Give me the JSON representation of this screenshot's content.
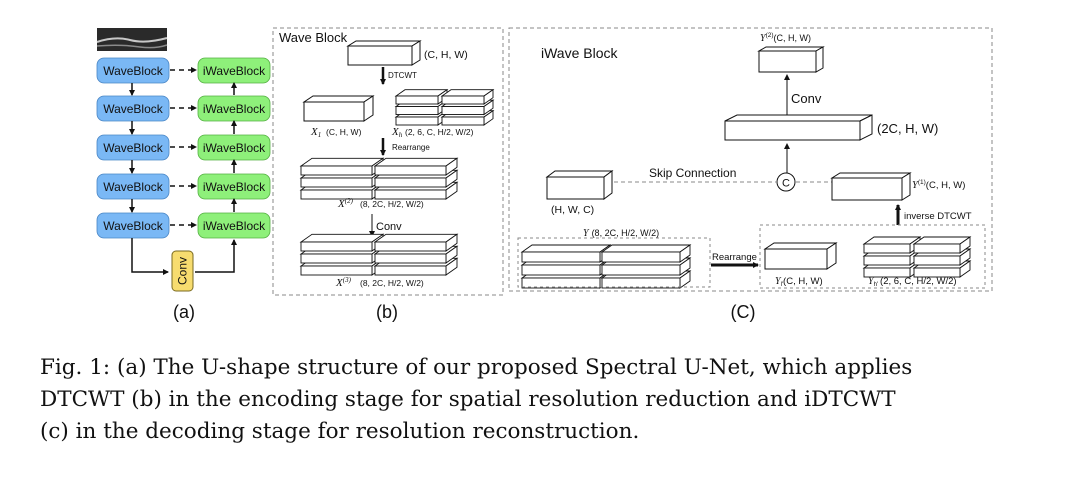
{
  "panel_a": {
    "enc_blocks": [
      "WaveBlock",
      "WaveBlock",
      "WaveBlock",
      "WaveBlock",
      "WaveBlock"
    ],
    "dec_blocks": [
      "iWaveBlock",
      "iWaveBlock",
      "iWaveBlock",
      "iWaveBlock",
      "iWaveBlock"
    ],
    "conv": "Conv",
    "label": "(a)",
    "colors": {
      "enc": "#7ab8f5",
      "dec": "#8ef07a",
      "conv": "#f7dc6f"
    }
  },
  "panel_b": {
    "title": "Wave Block",
    "input_shape": "(C, H, W)",
    "op1": "DTCWT",
    "x1_sym": "X",
    "x1_sub": "1",
    "x1_shape": "(C, H, W)",
    "xh_sym": "X",
    "xh_sub": "h",
    "xh_shape": "(2, 6, C, H/2, W/2)",
    "op2": "Rearrange",
    "x2_sym": "X",
    "x2_sup": "(2)",
    "x2_shape": "(8, 2C, H/2, W/2)",
    "op3": "Conv",
    "x3_sym": "X",
    "x3_sup": "(3)",
    "x3_shape": "(8, 2C, H/2, W/2)",
    "label": "(b)"
  },
  "panel_c": {
    "title": "iWave Block",
    "y2_sym": "Y",
    "y2_sup": "(2)",
    "y2_shape": "(C, H, W)",
    "conv": "Conv",
    "cat_shape": "(2C, H, W)",
    "skip": "Skip Connection",
    "skip_shape": "(H, W, C)",
    "concat": "C",
    "y1_sym": "Y",
    "y1_sup": "(1)",
    "y1_shape": "(C, H, W)",
    "inverse": "inverse DTCWT",
    "y_sym": "Y",
    "y_shape": "(8, 2C, H/2, W/2)",
    "rearrange": "Rearrange",
    "yl_sym": "Y",
    "yl_sub": "l'",
    "yl_shape": "(C, H, W)",
    "yh_sym": "Y",
    "yh_sub": "h'",
    "yh_shape": "(2, 6, C, H/2, W/2)",
    "label": "(C)"
  },
  "caption": {
    "line1": "Fig. 1: (a) The U-shape structure of our proposed Spectral U-Net, which applies",
    "line2": "DTCWT (b) in the encoding stage for spatial resolution reduction and iDTCWT",
    "line3": "(c) in the decoding stage for resolution reconstruction."
  }
}
